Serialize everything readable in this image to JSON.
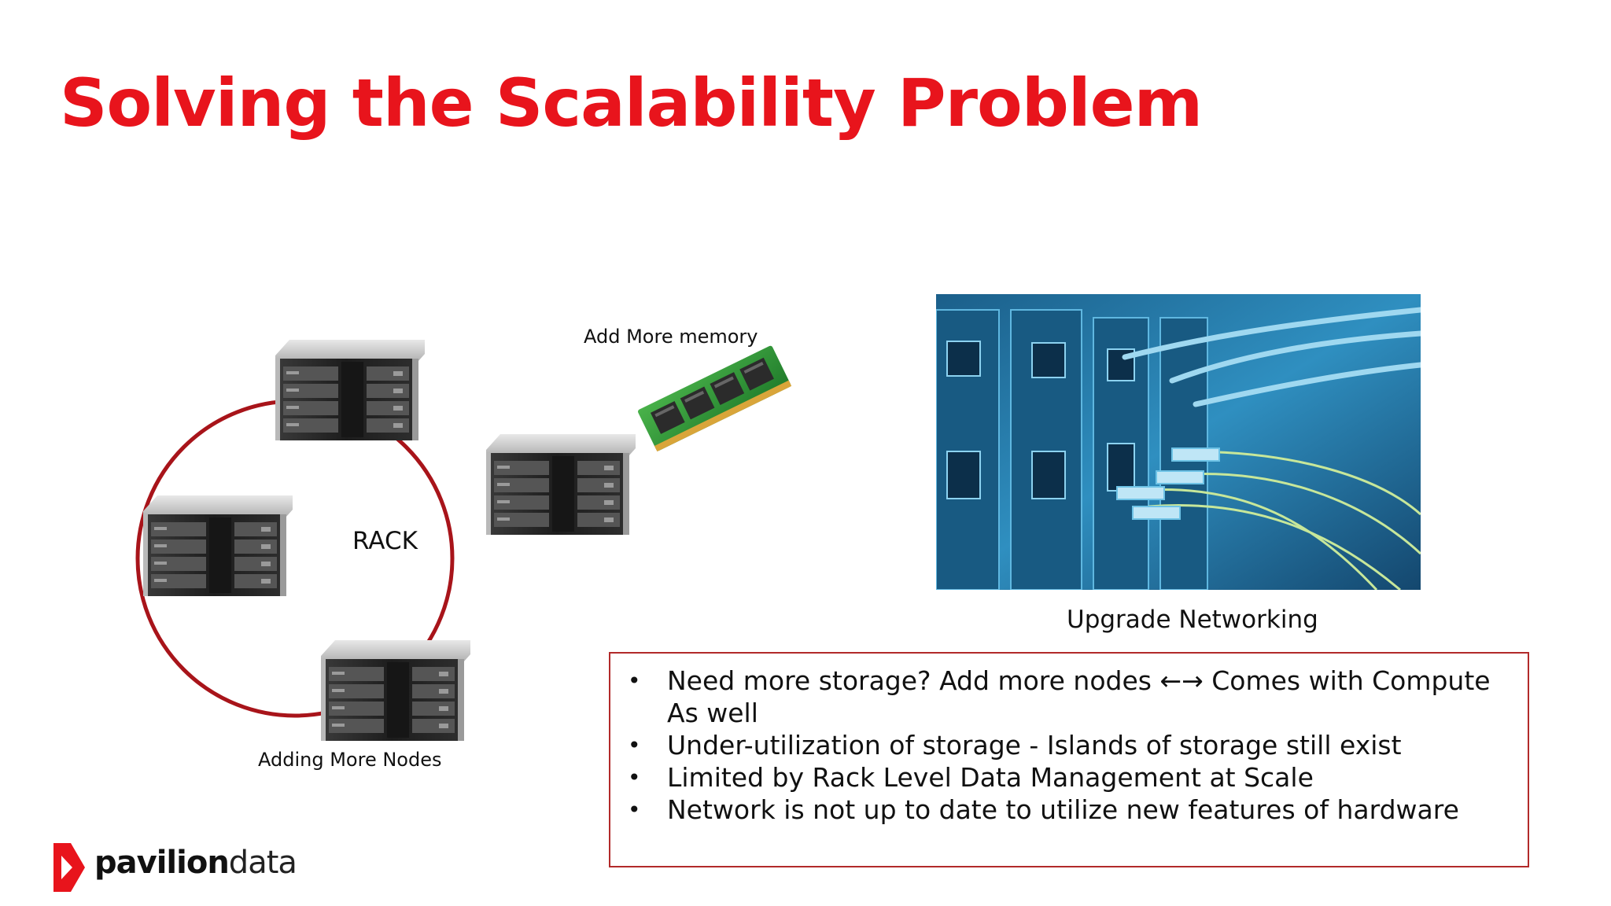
{
  "slide": {
    "title": "Solving the Scalability Problem",
    "labels": {
      "memory": "Add More memory",
      "rack": "RACK",
      "nodes": "Adding More Nodes",
      "network": "Upgrade Networking"
    },
    "bullets": [
      "Need more storage? Add more nodes ←→ Comes with Compute As well",
      "Under-utilization of storage - Islands of storage still exist",
      "Limited by Rack Level Data Management at Scale",
      "Network is not up to date to utilize new features of hardware"
    ],
    "logo": {
      "bold": "pavilion",
      "light": "data"
    },
    "colors": {
      "title": "#e8141c",
      "ring": "#a8141a",
      "box_border": "#b22a2a",
      "logo_red": "#e8141c"
    }
  }
}
